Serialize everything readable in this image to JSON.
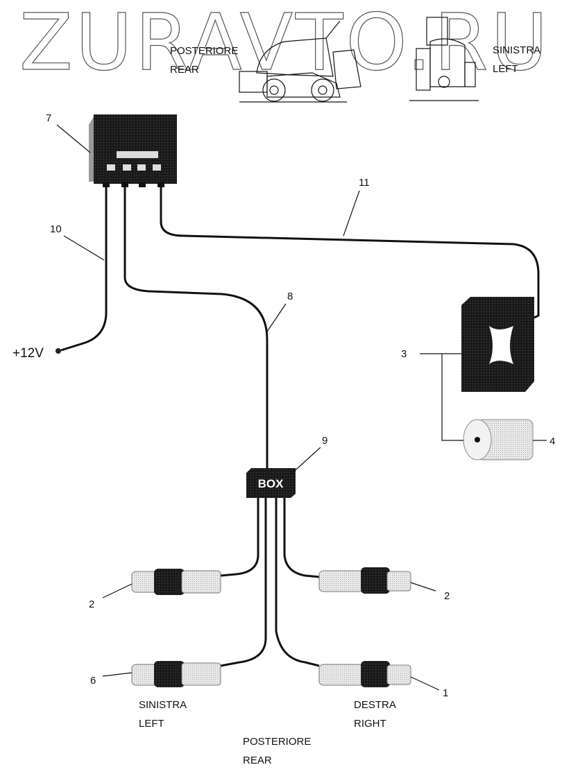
{
  "watermark": "ZURAVTO.RU",
  "top_view_labels": {
    "side_line1": "POSTERIORE",
    "side_line2": "REAR",
    "rear_line1": "SINISTRA",
    "rear_line2": "LEFT"
  },
  "callouts": {
    "c7": "7",
    "c10": "10",
    "c11": "11",
    "c8": "8",
    "c3": "3",
    "c4": "4",
    "c9": "9",
    "c2_left": "2",
    "c2_right": "2",
    "c6": "6",
    "c1": "1"
  },
  "supply_label": "+12V",
  "box_label": "BOX",
  "bottom_labels": {
    "left_line1": "SINISTRA",
    "left_line2": "LEFT",
    "right_line1": "DESTRA",
    "right_line2": "RIGHT",
    "rear_line1": "POSTERIORE",
    "rear_line2": "REAR"
  }
}
